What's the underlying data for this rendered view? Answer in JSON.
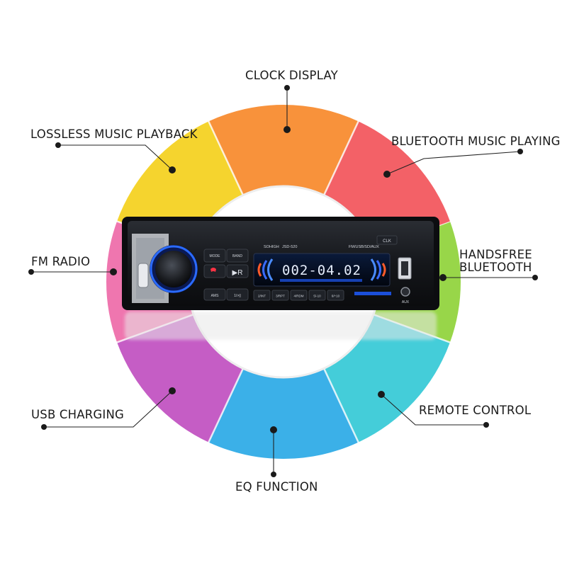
{
  "features": {
    "clock_display": "CLOCK DISPLAY",
    "lossless_music_playback": "LOSSLESS MUSIC PLAYBACK",
    "bluetooth_music_playing": "BLUETOOTH MUSIC PLAYING",
    "fm_radio": "FM RADIO",
    "handsfree_bluetooth_line1": "HANDSFREE",
    "handsfree_bluetooth_line2": "BLUETOOTH",
    "usb_charging": "USB CHARGING",
    "remote_control": "REMOTE CONTROL",
    "eq_function": "EQ FUNCTION"
  },
  "ring_colors": {
    "yellow": "#f4d01c",
    "orange": "#f7892a",
    "red": "#f2545a",
    "green": "#8fd23a",
    "teal": "#34c9d6",
    "blue": "#2aa9e6",
    "purple": "#c04fc0",
    "pink": "#ee6aa8"
  },
  "radio": {
    "display_text": "002-04.02",
    "brand": "SOHIGH",
    "model": "JSD-520",
    "source_label": "FM/USB/SD/AUX",
    "clk_label": "CLK",
    "mode_label": "MODE",
    "band_label": "BAND",
    "ams_label": "AMS",
    "aux_label": "AUX",
    "preset_labels": [
      "1/>||",
      "2/INT",
      "3/RPT",
      "4/RDM",
      "5/-10",
      "6/+10"
    ]
  }
}
